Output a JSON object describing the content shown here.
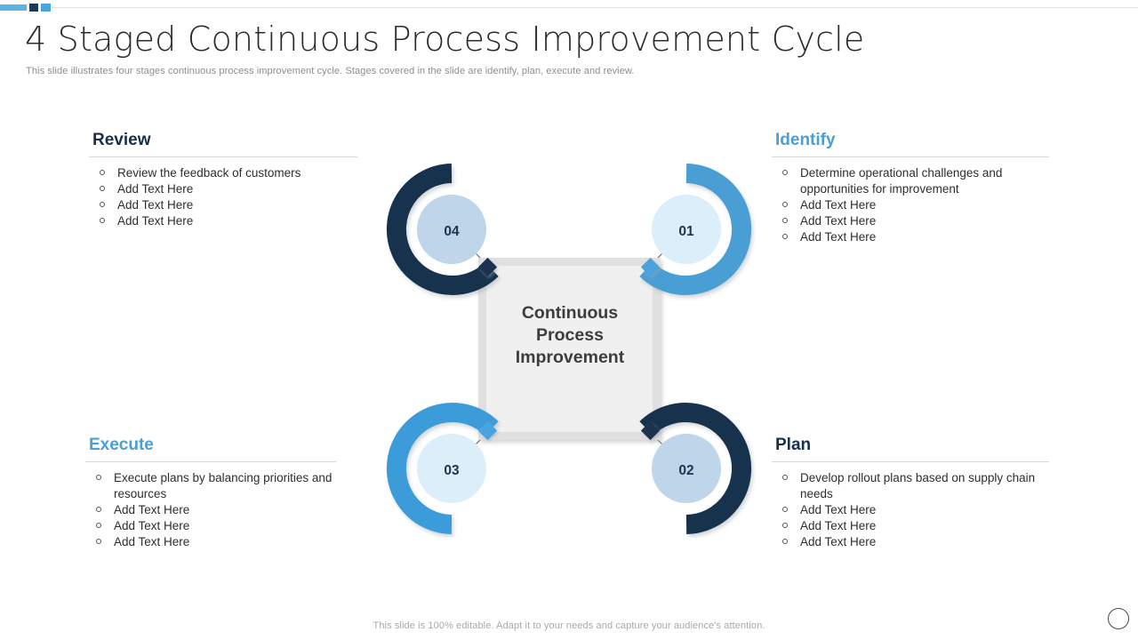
{
  "header": {
    "title": "4 Staged Continuous Process Improvement Cycle",
    "subtitle": "This slide illustrates four stages continuous process improvement cycle. Stages covered in the slide are identify, plan, execute and review."
  },
  "colors": {
    "navy": "#18304d",
    "blue": "#4a9fd4",
    "light_blue_bar": "#5cb3e4",
    "inner_circle_navy": "#bed5ea",
    "inner_circle_blue": "#ddeefb",
    "center_fill": "#efefef",
    "center_border": "#d8d8d8",
    "text_dark": "#3a3a3a",
    "subtitle_gray": "#8e8e8e",
    "footer_gray": "#a9a9a9"
  },
  "blocks": [
    {
      "key": "review",
      "title": "Review",
      "color": "navy",
      "items": [
        "Review the feedback of customers",
        "Add Text Here",
        "Add Text Here",
        "Add Text Here"
      ]
    },
    {
      "key": "identify",
      "title": "Identify",
      "color": "blue",
      "items": [
        "Determine operational challenges and opportunities for improvement",
        "Add Text Here",
        "Add Text Here",
        "Add Text Here"
      ]
    },
    {
      "key": "execute",
      "title": "Execute",
      "color": "blue",
      "items": [
        "Execute plans by balancing priorities and resources",
        "Add Text Here",
        "Add Text Here",
        "Add Text Here"
      ]
    },
    {
      "key": "plan",
      "title": "Plan",
      "color": "navy",
      "items": [
        "Develop rollout plans based on supply chain needs",
        "Add Text Here",
        "Add Text Here",
        "Add Text Here"
      ]
    }
  ],
  "diagram": {
    "center_label_lines": [
      "Continuous",
      "Process",
      "Improvement"
    ],
    "nodes": [
      {
        "key": "stage-01",
        "number": "01",
        "position": "top-right",
        "ring_color": "blue",
        "gap_direction": "bottom-left"
      },
      {
        "key": "stage-02",
        "number": "02",
        "position": "bottom-right",
        "ring_color": "navy",
        "gap_direction": "top-left"
      },
      {
        "key": "stage-03",
        "number": "03",
        "position": "bottom-left",
        "ring_color": "blue",
        "gap_direction": "top-right"
      },
      {
        "key": "stage-04",
        "number": "04",
        "position": "top-left",
        "ring_color": "navy",
        "gap_direction": "bottom-right"
      }
    ],
    "connector_diamonds": [
      {
        "key": "diamond-top-left",
        "color": "navy"
      },
      {
        "key": "diamond-top-right",
        "color": "blue"
      },
      {
        "key": "diamond-bottom-left",
        "color": "blue"
      },
      {
        "key": "diamond-bottom-right",
        "color": "navy"
      }
    ]
  },
  "footer": {
    "note": "This slide is 100% editable. Adapt it to your needs and capture your audience's attention."
  }
}
